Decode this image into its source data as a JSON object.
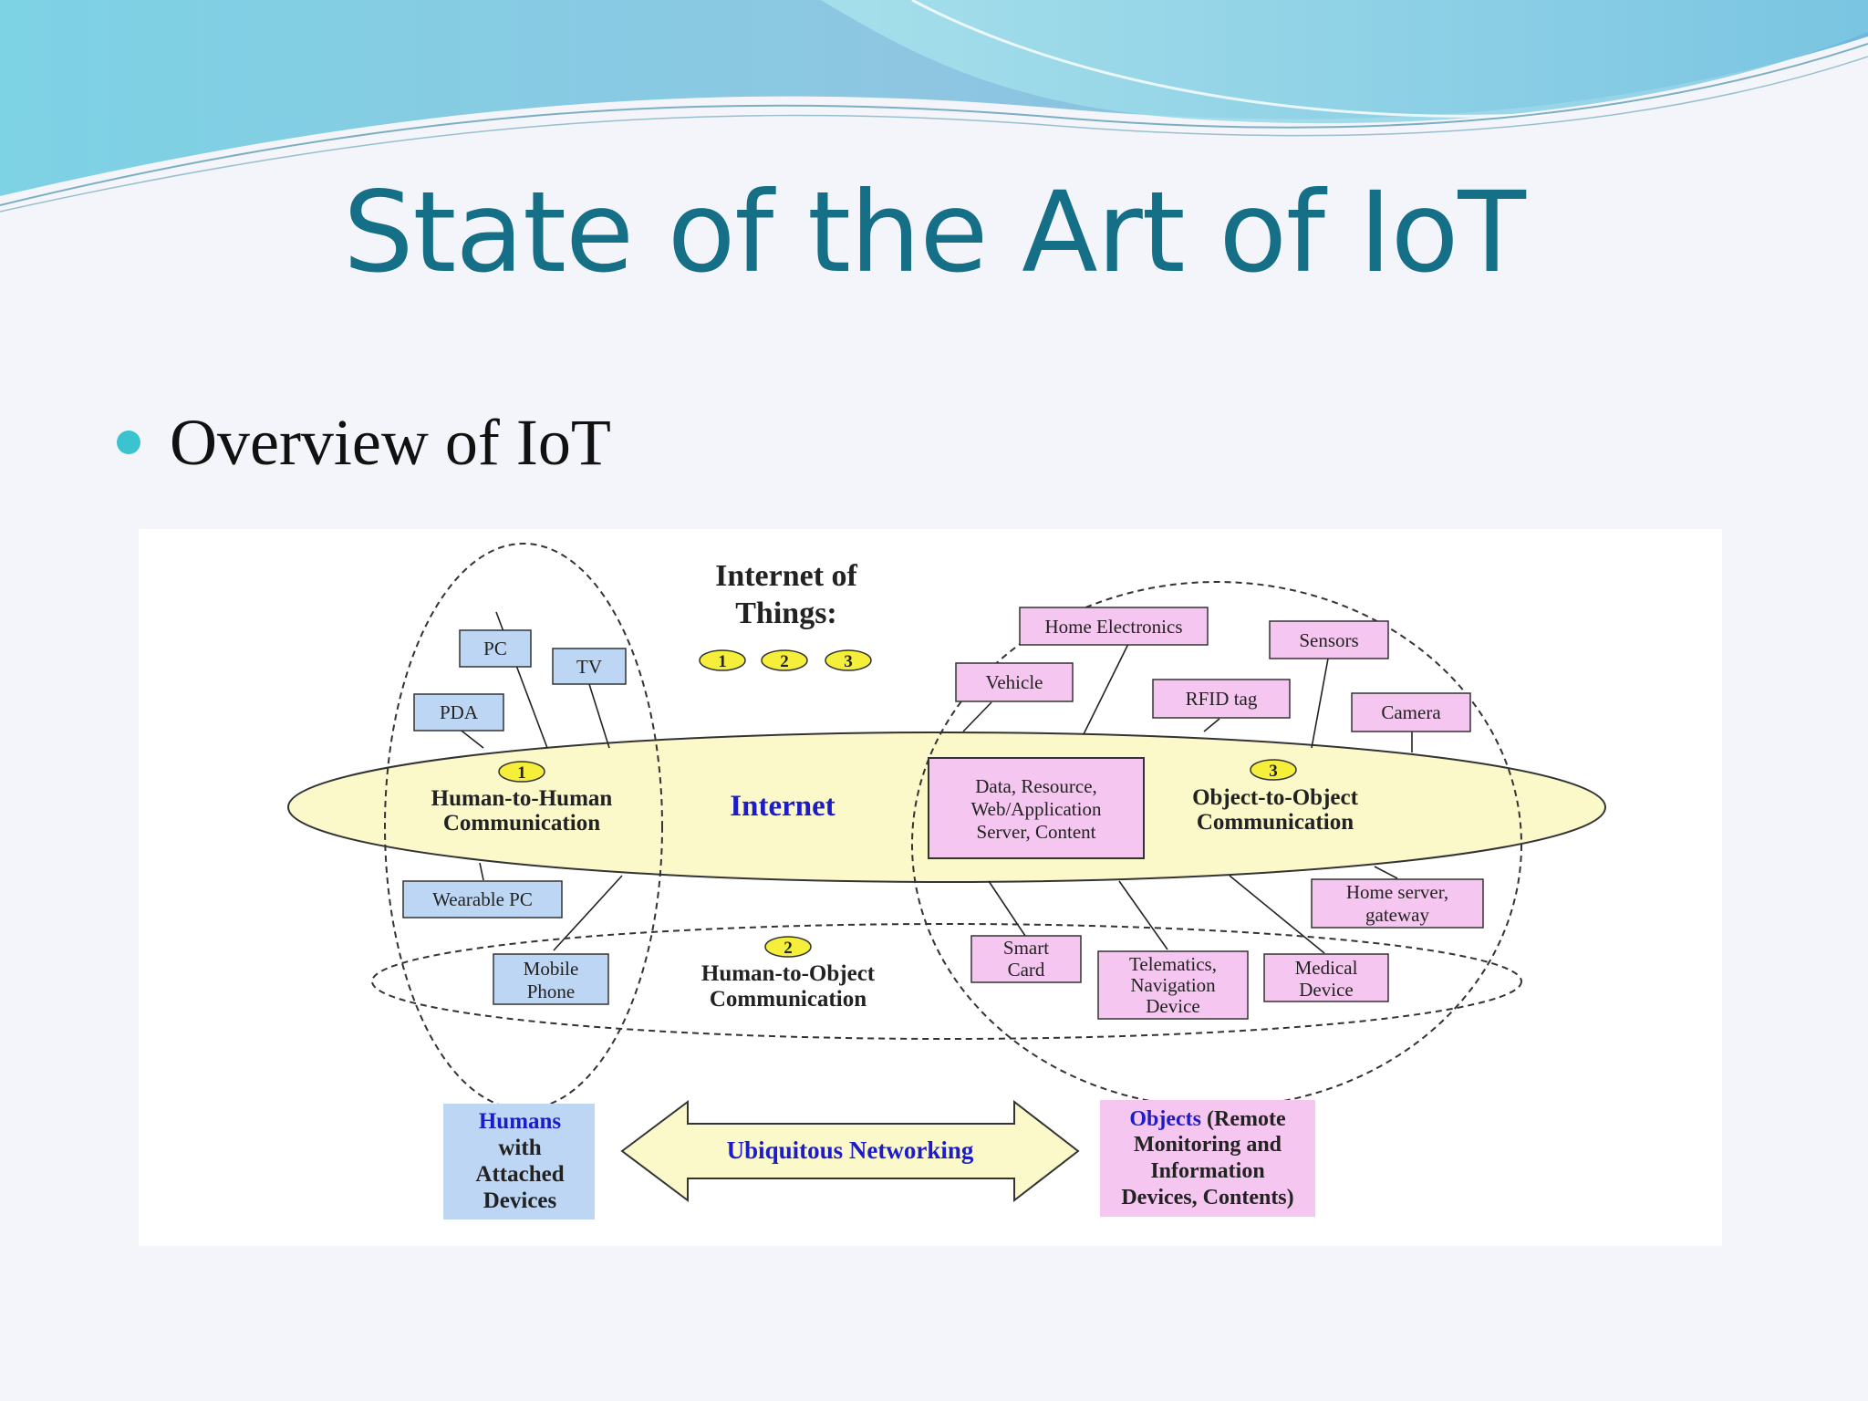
{
  "slide": {
    "title": "State of the Art of IoT",
    "bullet": "Overview of IoT",
    "theme_colors": {
      "title": "#156f86",
      "bullet": "#3cc3d0",
      "device_human_fill": "#bcd6f3",
      "device_object_fill": "#f5c6ef",
      "internet_fill": "#fbf8c9",
      "number_badge_fill": "#f5ef3b"
    }
  },
  "diagram": {
    "heading_line1": "Internet of",
    "heading_line2": "Things:",
    "badges": [
      "1",
      "2",
      "3"
    ],
    "internet_label": "Internet",
    "human_to_human": {
      "num": "1",
      "line1": "Human-to-Human",
      "line2": "Communication"
    },
    "human_to_object": {
      "num": "2",
      "line1": "Human-to-Object",
      "line2": "Communication"
    },
    "object_to_object": {
      "num": "3",
      "line1": "Object-to-Object",
      "line2": "Communication"
    },
    "human_devices": {
      "pc": "PC",
      "tv": "TV",
      "pda": "PDA",
      "wearable_pc": "Wearable PC",
      "mobile_phone": [
        "Mobile",
        "Phone"
      ]
    },
    "object_devices": {
      "home_electronics": "Home Electronics",
      "sensors": "Sensors",
      "vehicle": "Vehicle",
      "rfid_tag": "RFID tag",
      "camera": "Camera",
      "data_resource": [
        "Data, Resource,",
        "Web/Application",
        "Server, Content"
      ],
      "home_server": [
        "Home server,",
        "gateway"
      ],
      "smart_card": [
        "Smart",
        "Card"
      ],
      "telematics": [
        "Telematics,",
        "Navigation",
        "Device"
      ],
      "medical": [
        "Medical",
        "Device"
      ]
    },
    "humans_box": [
      "Humans",
      "with",
      "Attached",
      "Devices"
    ],
    "arrow_label": "Ubiquitous Networking",
    "objects_box": {
      "line1_emphasis": "Objects",
      "line1_rest": " (Remote",
      "line2": "Monitoring and",
      "line3": "Information",
      "line4": "Devices, Contents)"
    }
  }
}
